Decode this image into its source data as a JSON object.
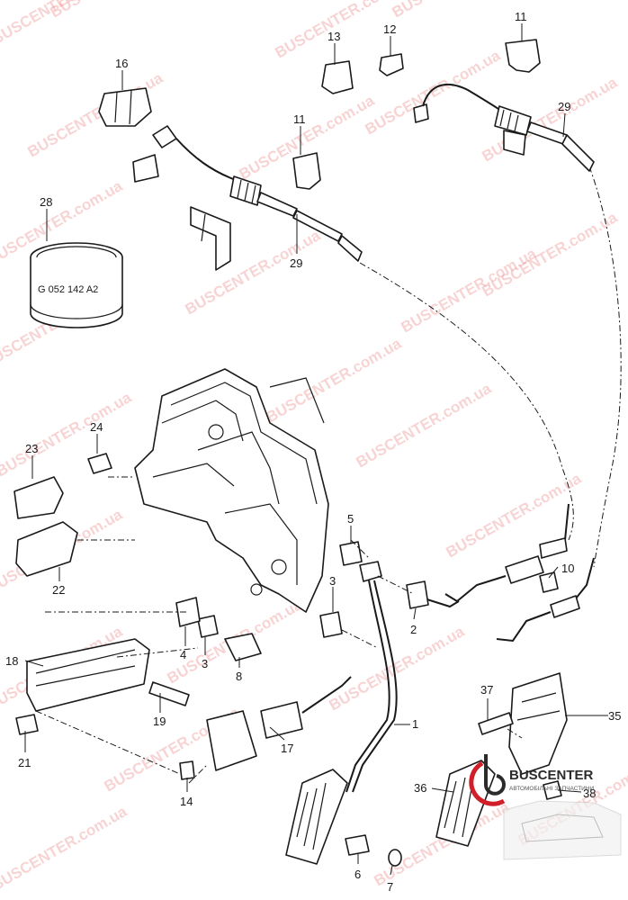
{
  "diagram": {
    "callouts": [
      "1",
      "2",
      "3",
      "3",
      "4",
      "5",
      "6",
      "7",
      "8",
      "10",
      "11",
      "11",
      "12",
      "13",
      "14",
      "16",
      "17",
      "18",
      "19",
      "21",
      "22",
      "23",
      "24",
      "28",
      "29",
      "29",
      "35",
      "36",
      "37",
      "38"
    ],
    "part_code": "G 052 142 A2",
    "watermark": "BUSCENTER.com.ua",
    "logo": {
      "name": "BUSCENTER",
      "tagline": "АВТОМОБІЛЬНІ ЗАПЧАСТИНИ"
    }
  },
  "colors": {
    "line": "#1a1a1a",
    "watermark": "#e23a3a",
    "background": "#ffffff"
  }
}
